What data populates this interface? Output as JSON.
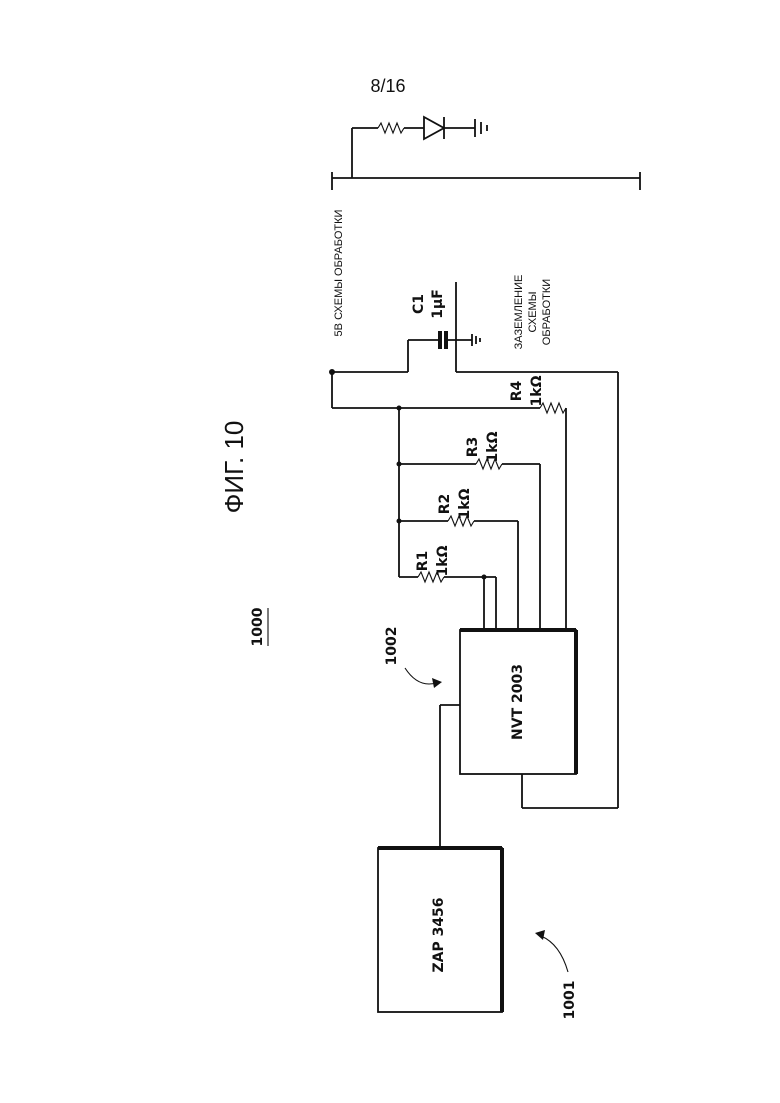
{
  "page": {
    "number": "8/16",
    "figure_title": "ФИГ. 10",
    "figure_ref": "1000"
  },
  "blocks": {
    "zap": {
      "ref": "1001",
      "label": "ZAP 3456"
    },
    "nvt": {
      "ref": "1002",
      "label": "NVT 2003"
    }
  },
  "resistors": [
    {
      "name": "R1",
      "value": "1kΩ"
    },
    {
      "name": "R2",
      "value": "1kΩ"
    },
    {
      "name": "R3",
      "value": "1kΩ"
    },
    {
      "name": "R4",
      "value": "1kΩ"
    }
  ],
  "capacitor": {
    "name": "C1",
    "value": "1µF"
  },
  "nets": {
    "supply": "5В СХЕМЫ ОБРАБОТКИ",
    "ground": [
      "ЗАЗЕМЛЕНИЕ",
      "СХЕМЫ",
      "ОБРАБОТКИ"
    ]
  }
}
